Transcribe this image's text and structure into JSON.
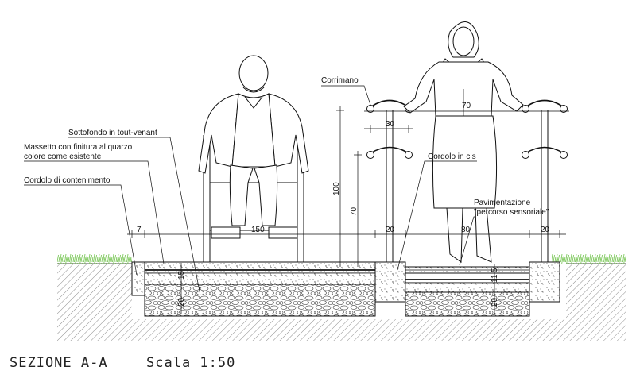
{
  "labels": {
    "corrimano": "Corrimano",
    "sottofondo": "Sottofondo in tout-venant",
    "massetto_line1": "Massetto con finitura al quarzo",
    "massetto_line2": "colore come esistente",
    "cordolo_contenimento": "Cordolo di contenimento",
    "cordolo_cls": "Cordolo in cls",
    "pavimentazione_line1": "Pavimentazione",
    "pavimentazione_line2": "\"percorso sensoriale\""
  },
  "dimensions": {
    "d7": "7",
    "d150": "150",
    "d20_left": "20",
    "d80": "80",
    "d20_right": "20",
    "d70_rail": "70",
    "d30": "30",
    "d100": "100",
    "d70_vertical": "70",
    "d15_left": "15",
    "d20_base_left": "20",
    "d11": "11",
    "d5": "5",
    "d20_base_right": "20"
  },
  "title": {
    "section": "SEZIONE A-A",
    "scale": "Scala 1:50"
  },
  "colors": {
    "line": "#111111",
    "grass": "#6fc24a",
    "background": "#ffffff"
  }
}
